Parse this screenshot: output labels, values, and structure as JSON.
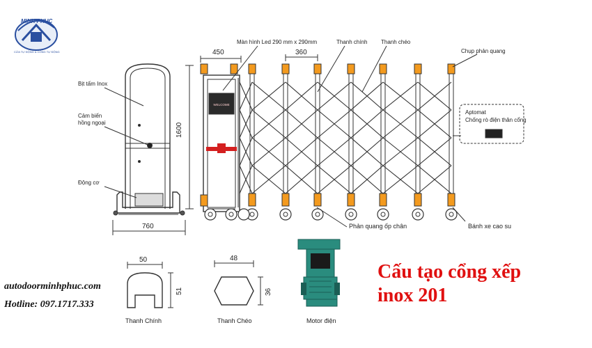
{
  "logo": {
    "brand": "MINH PHUC",
    "tagline": "CỬA TỰ ĐỘNG & CỔNG TỰ ĐỘNG"
  },
  "labels": {
    "inox_cover": "Bịt tấm Inox",
    "sensor_line1": "Cảm biến",
    "sensor_line2": "hồng ngoại",
    "motor": "Động cơ",
    "led_screen": "Màn hình Led 290 mm x 290mm",
    "main_bar": "Thanh chính",
    "cross_bar": "Thanh chéo",
    "reflector_cap": "Chụp phản quang",
    "aptomat_line1": "Aptomat",
    "aptomat_line2": "Chống rò điện thân cổng",
    "foot_reflector": "Phản quang ốp chân",
    "rubber_wheel": "Bánh xe cao su",
    "welcome": "WELCOME"
  },
  "dimensions": {
    "panel_width": "450",
    "pitch": "360",
    "height": "1600",
    "base_width": "760",
    "main_bar_width": "50",
    "main_bar_height": "51",
    "cross_bar_width": "48",
    "cross_bar_height": "36"
  },
  "captions": {
    "main_bar": "Thanh Chính",
    "cross_bar": "Thanh Chéo",
    "motor": "Motor điện"
  },
  "contact": {
    "website": "autodoormin hphuc.com",
    "hotline": "Hotline: 097.1717.333"
  },
  "title": {
    "line1": "Cấu tạo cổng xếp",
    "line2": "inox 201"
  },
  "colors": {
    "title_red": "#e01010",
    "reflector_orange": "#f39a1e",
    "motor_teal": "#2a8c7e",
    "led_red": "#d42020"
  }
}
